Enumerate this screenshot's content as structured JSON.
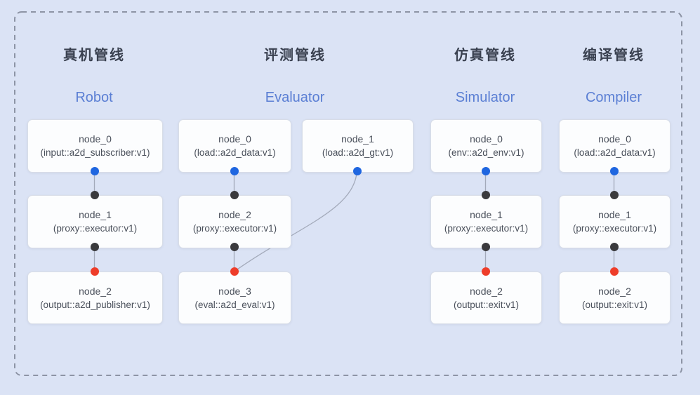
{
  "diagram": {
    "background_color": "#dbe3f5",
    "border_color": "#8d94a5",
    "colors": {
      "input_port": "#1f66e0",
      "mid_port": "#3a3a3d",
      "output_port": "#ee3d2a",
      "edge": "#a3aaba",
      "title_zh": "#3a4150",
      "title_en": "#5b7fd4",
      "node_fill": "#fcfdfe",
      "node_border": "#d8dde7"
    },
    "pipelines": [
      {
        "title_zh": "真机管线",
        "title_en": "Robot",
        "nodes": [
          {
            "name": "node_0",
            "type": "(input::a2d_subscriber:v1)"
          },
          {
            "name": "node_1",
            "type": "(proxy::executor:v1)"
          },
          {
            "name": "node_2",
            "type": "(output::a2d_publisher:v1)"
          }
        ]
      },
      {
        "title_zh": "评测管线",
        "title_en": "Evaluator",
        "nodes": [
          {
            "name": "node_0",
            "type": "(load::a2d_data:v1)"
          },
          {
            "name": "node_1",
            "type": "(load::a2d_gt:v1)"
          },
          {
            "name": "node_2",
            "type": "(proxy::executor:v1)"
          },
          {
            "name": "node_3",
            "type": "(eval::a2d_eval:v1)"
          }
        ]
      },
      {
        "title_zh": "仿真管线",
        "title_en": "Simulator",
        "nodes": [
          {
            "name": "node_0",
            "type": "(env::a2d_env:v1)"
          },
          {
            "name": "node_1",
            "type": "(proxy::executor:v1)"
          },
          {
            "name": "node_2",
            "type": "(output::exit:v1)"
          }
        ]
      },
      {
        "title_zh": "编译管线",
        "title_en": "Compiler",
        "nodes": [
          {
            "name": "node_0",
            "type": "(load::a2d_data:v1)"
          },
          {
            "name": "node_1",
            "type": "(proxy::executor:v1)"
          },
          {
            "name": "node_2",
            "type": "(output::exit:v1)"
          }
        ]
      }
    ]
  }
}
